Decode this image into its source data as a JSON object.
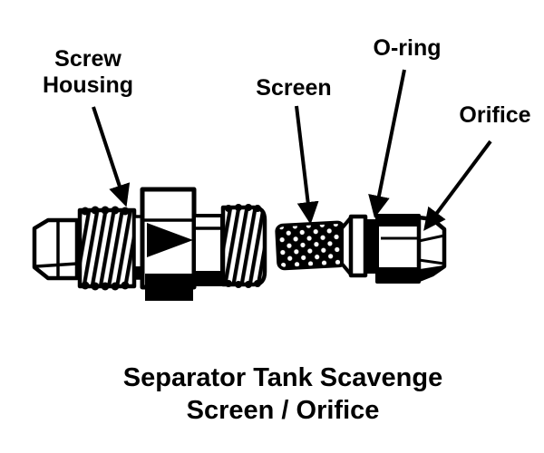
{
  "diagram": {
    "caption": {
      "line1": "Separator Tank Scavenge",
      "line2": "Screen / Orifice"
    },
    "labels": {
      "screw_housing": {
        "line1": "Screw",
        "line2": "Housing"
      },
      "screen": "Screen",
      "o_ring": "O-ring",
      "orifice": "Orifice"
    },
    "parts": [
      "screw-housing-fitting",
      "screen-element",
      "o-ring-seal",
      "orifice-nut"
    ],
    "colors": {
      "ink": "#000000",
      "background": "#ffffff"
    }
  }
}
